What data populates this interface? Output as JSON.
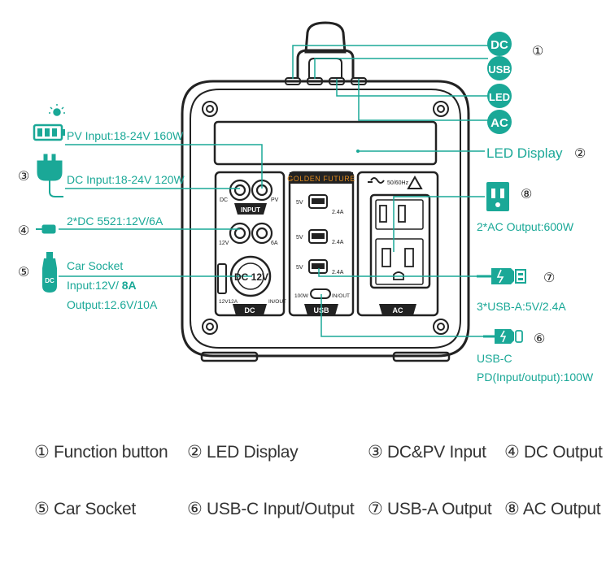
{
  "colors": {
    "accent": "#1aa897",
    "outline": "#222222",
    "panel_label": "#e08a1e"
  },
  "device": {
    "brand": "GOLDEN FUTURE",
    "ports": {
      "dc_label": "DC",
      "pv_label": "PV",
      "input_label": "INPUT",
      "v12_label": "12V",
      "a6_label": "6A",
      "car_socket_label": "DC 12V",
      "v12a_label": "12V12A",
      "in_out_label": "IN/OUT",
      "dc_panel_label": "DC",
      "usb_v1": "5V",
      "usb_a1": "2.4A",
      "usb_v2": "5V",
      "usb_a2": "2.4A",
      "usb_v3": "5V",
      "usb_a3": "2.4A",
      "usbc_watt": "100W",
      "usbc_inout": "IN/OUT",
      "usb_panel_label": "USB",
      "ac_freq": "50/60Hz",
      "ac_panel_label": "AC"
    }
  },
  "callouts": {
    "dc_badge": "DC",
    "usb_badge": "USB",
    "led_badge": "LED",
    "ac_badge": "AC",
    "num1": "①",
    "num2": "②",
    "num3": "③",
    "num4": "④",
    "num5": "⑤",
    "num6": "⑥",
    "num7": "⑦",
    "num8": "⑧",
    "pv_input": "PV Input:18-24V 160W",
    "dc_input": "DC Input:18-24V 120W",
    "dc_output": "2*DC 5521:12V/6A",
    "car_socket_title": "Car Socket",
    "car_input_prefix": "Input:12V/ ",
    "car_input_bold": "8A",
    "car_output": "Output:12.6V/10A",
    "car_icon_label": "DC",
    "led_display": "LED Display",
    "ac_output": "2*AC Output:600W",
    "usba_output": "3*USB-A:5V/2.4A",
    "usbc_title": "USB-C",
    "usbc_pd": "PD(Input/output):100W"
  },
  "legend": [
    "① Function button",
    "② LED Display",
    "③ DC&PV Input",
    "④ DC Output",
    "⑤ Car Socket",
    "⑥ USB-C Input/Output",
    "⑦ USB-A Output",
    "⑧ AC Output"
  ]
}
